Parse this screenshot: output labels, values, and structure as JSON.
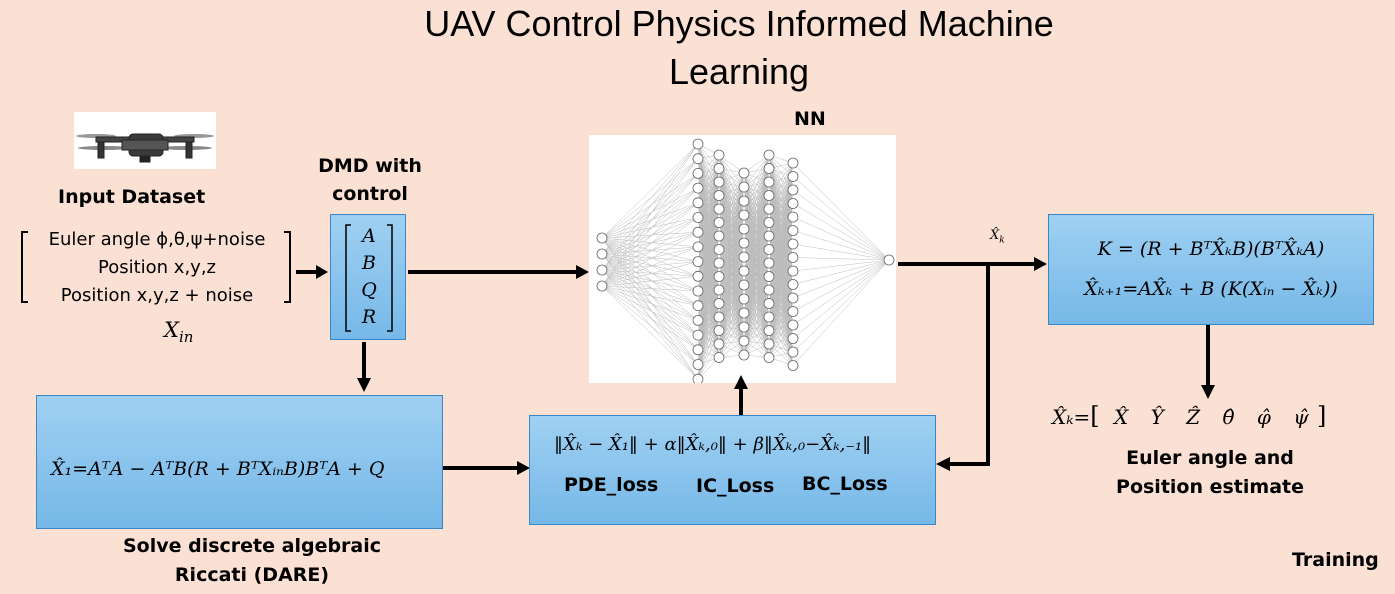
{
  "title_line1": "UAV Control Physics Informed Machine",
  "title_line2": "Learning",
  "input": {
    "label": "Input Dataset",
    "lines": [
      "Euler angle ϕ,θ,ψ+noise",
      "Position x,y,z",
      "Position x,y,z + noise"
    ],
    "symbol": "X",
    "symbol_sub": "in"
  },
  "dmd": {
    "label_line1": "DMD with",
    "label_line2": "control",
    "entries": [
      "A",
      "B",
      "Q",
      "R"
    ]
  },
  "nn": {
    "label": "NN"
  },
  "xk_hat": "X̂",
  "xk_sub": "k",
  "k_box": {
    "line1": "K = (R + BᵀX̂ₖB)(BᵀX̂ₖA)",
    "line2": "X̂ₖ₊₁=AX̂ₖ + B (K(Xᵢₙ − X̂ₖ))"
  },
  "dare": {
    "equation": "X̂₁=AᵀA − AᵀB(R + BᵀXᵢₙB)BᵀA + Q",
    "label_line1": "Solve discrete algebraic",
    "label_line2": "Riccati (DARE)"
  },
  "loss": {
    "equation": "‖X̂ₖ − X̂₁‖ + α‖X̂ₖ,₀‖ + β‖X̂ₖ,₀−X̂ₖ,₋₁‖",
    "pde": "PDE_loss",
    "ic": "IC_Loss",
    "bc": "BC_Loss"
  },
  "estimate": {
    "lhs": "X̂ₖ=",
    "vector": [
      "X̂",
      "Ŷ",
      "Ẑ",
      "θ̂",
      "φ̂",
      "ψ̂"
    ],
    "label_line1": "Euler angle and",
    "label_line2": "Position estimate"
  },
  "training": "Training"
}
